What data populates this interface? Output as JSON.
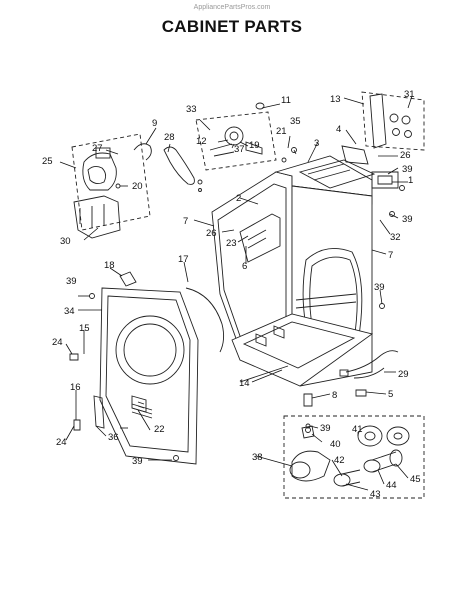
{
  "watermark": "AppliancePartsPros.com",
  "title": "CABINET PARTS",
  "callouts": [
    {
      "id": "l1",
      "text": "1"
    },
    {
      "id": "l2",
      "text": "2"
    },
    {
      "id": "l3",
      "text": "3"
    },
    {
      "id": "l4",
      "text": "4"
    },
    {
      "id": "l5",
      "text": "5"
    },
    {
      "id": "l6",
      "text": "6"
    },
    {
      "id": "l7a",
      "text": "7"
    },
    {
      "id": "l7b",
      "text": "7"
    },
    {
      "id": "l8",
      "text": "8"
    },
    {
      "id": "l9",
      "text": "9"
    },
    {
      "id": "l11",
      "text": "11"
    },
    {
      "id": "l12",
      "text": "12"
    },
    {
      "id": "l13",
      "text": "13"
    },
    {
      "id": "l14",
      "text": "14"
    },
    {
      "id": "l15",
      "text": "15"
    },
    {
      "id": "l16",
      "text": "16"
    },
    {
      "id": "l17",
      "text": "17"
    },
    {
      "id": "l18",
      "text": "18"
    },
    {
      "id": "l19",
      "text": "19"
    },
    {
      "id": "l20",
      "text": "20"
    },
    {
      "id": "l21",
      "text": "21"
    },
    {
      "id": "l22",
      "text": "22"
    },
    {
      "id": "l23",
      "text": "23"
    },
    {
      "id": "l24a",
      "text": "24"
    },
    {
      "id": "l24b",
      "text": "24"
    },
    {
      "id": "l25",
      "text": "25"
    },
    {
      "id": "l26a",
      "text": "26"
    },
    {
      "id": "l26b",
      "text": "26"
    },
    {
      "id": "l27",
      "text": "27"
    },
    {
      "id": "l28",
      "text": "28"
    },
    {
      "id": "l29",
      "text": "29"
    },
    {
      "id": "l30",
      "text": "30"
    },
    {
      "id": "l31",
      "text": "31"
    },
    {
      "id": "l32",
      "text": "32"
    },
    {
      "id": "l33",
      "text": "33"
    },
    {
      "id": "l34",
      "text": "34"
    },
    {
      "id": "l35",
      "text": "35"
    },
    {
      "id": "l36",
      "text": "36"
    },
    {
      "id": "l37",
      "text": "37"
    },
    {
      "id": "l38",
      "text": "38"
    },
    {
      "id": "l39a",
      "text": "39"
    },
    {
      "id": "l39b",
      "text": "39"
    },
    {
      "id": "l39c",
      "text": "39"
    },
    {
      "id": "l39d",
      "text": "39"
    },
    {
      "id": "l39e",
      "text": "39"
    },
    {
      "id": "l39f",
      "text": "39"
    },
    {
      "id": "l40",
      "text": "40"
    },
    {
      "id": "l41",
      "text": "41"
    },
    {
      "id": "l42",
      "text": "42"
    },
    {
      "id": "l43",
      "text": "43"
    },
    {
      "id": "l44",
      "text": "44"
    },
    {
      "id": "l45",
      "text": "45"
    }
  ]
}
